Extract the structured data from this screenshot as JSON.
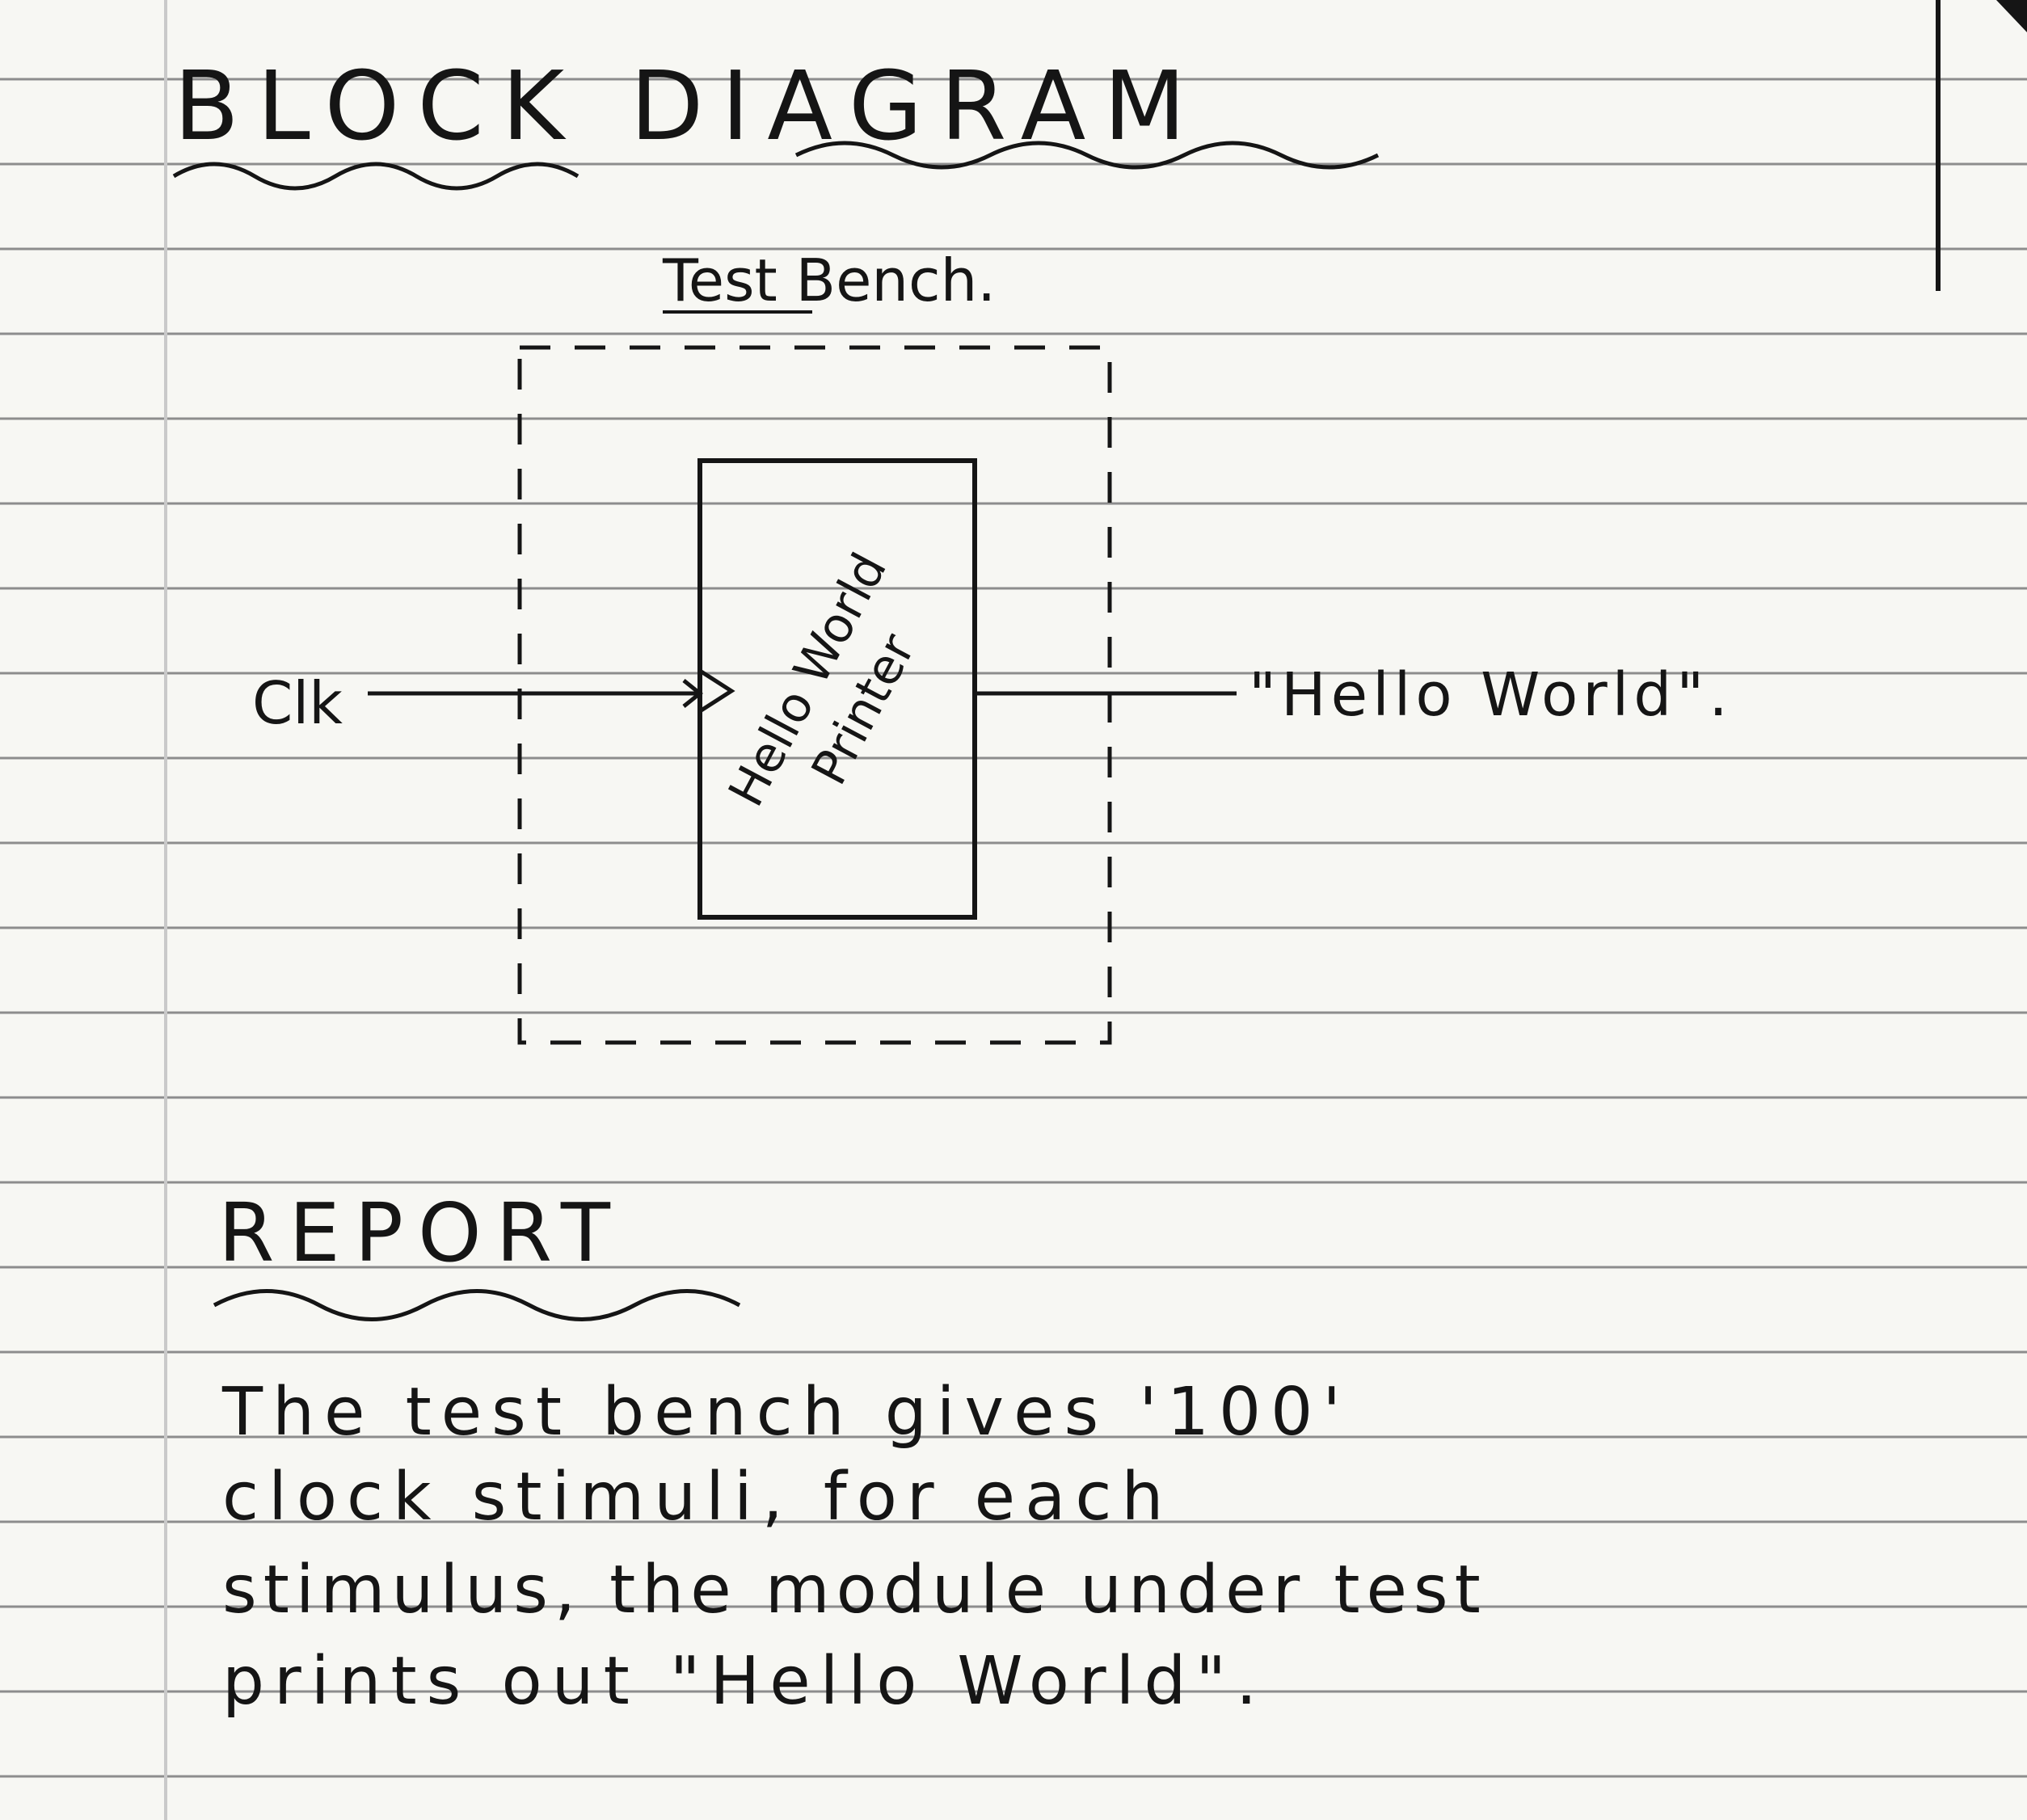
{
  "page": {
    "heading": "BLOCK DIAGRAM",
    "report_heading": "REPORT",
    "colors": {
      "paper": "#f7f7f3",
      "rule": "#8d8d8d",
      "ink": "#151515",
      "margin_line": "#c9c9c9"
    }
  },
  "diagram": {
    "container_label": "Test Bench.",
    "module_label_line1": "Hello World",
    "module_label_line2": "Printer",
    "input_signal": "Clk",
    "output_text": "\"Hello World\"."
  },
  "report": {
    "lines": [
      "The test bench gives '100'",
      "clock stimuli, for each",
      "stimulus, the module under test",
      "prints out \"Hello World\"."
    ]
  }
}
